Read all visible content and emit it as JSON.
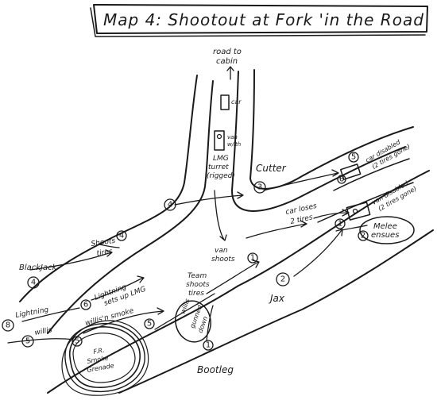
{
  "title": "Map 4:  Shootout at Fork 'in the Road",
  "labels": {
    "road_to_cabin_1": "road to",
    "road_to_cabin_2": "cabin",
    "car": "car",
    "van_with_1": "van",
    "van_with_2": "w/ith",
    "lmg_1": "LMG",
    "lmg_2": "turret",
    "lmg_3": "(rigged)",
    "cutter": "Cutter",
    "car_disabled_1": "car disabled",
    "car_disabled_2": "(2 tires gone)",
    "van_disabled_1": "van disabled",
    "van_disabled_2": "(2 tires gone)",
    "car_loses_1": "car loses",
    "car_loses_2": "2 tires",
    "melee_1": "Melee",
    "melee_2": "ensues",
    "shoots_tires_1": "Shoots",
    "shoots_tires_2": "tires",
    "van_shoots_1": "van",
    "van_shoots_2": "shoots",
    "team_shoots_1": "Team",
    "team_shoots_2": "shoots",
    "team_shoots_3": "tires",
    "blackjack": "BlackJack",
    "lightning_setsup_1": "Lightning",
    "lightning_setsup_2": "sets up LMG",
    "lightning": "Lightning",
    "willis": "willis",
    "willis_smoke": "willis'n smoke",
    "willis_gunned_1": "willis",
    "willis_gunned_2": "gunned",
    "willis_gunned_3": "down",
    "smoke_1": "F.R.",
    "smoke_2": "Smoke",
    "smoke_3": "Grenade",
    "jax": "Jax",
    "bootleg": "Bootleg"
  },
  "markers": [
    "1",
    "2",
    "3",
    "4",
    "5",
    "6",
    "7",
    "8"
  ],
  "colors": {
    "ink": "#1a1a1a",
    "paper": "#ffffff"
  }
}
